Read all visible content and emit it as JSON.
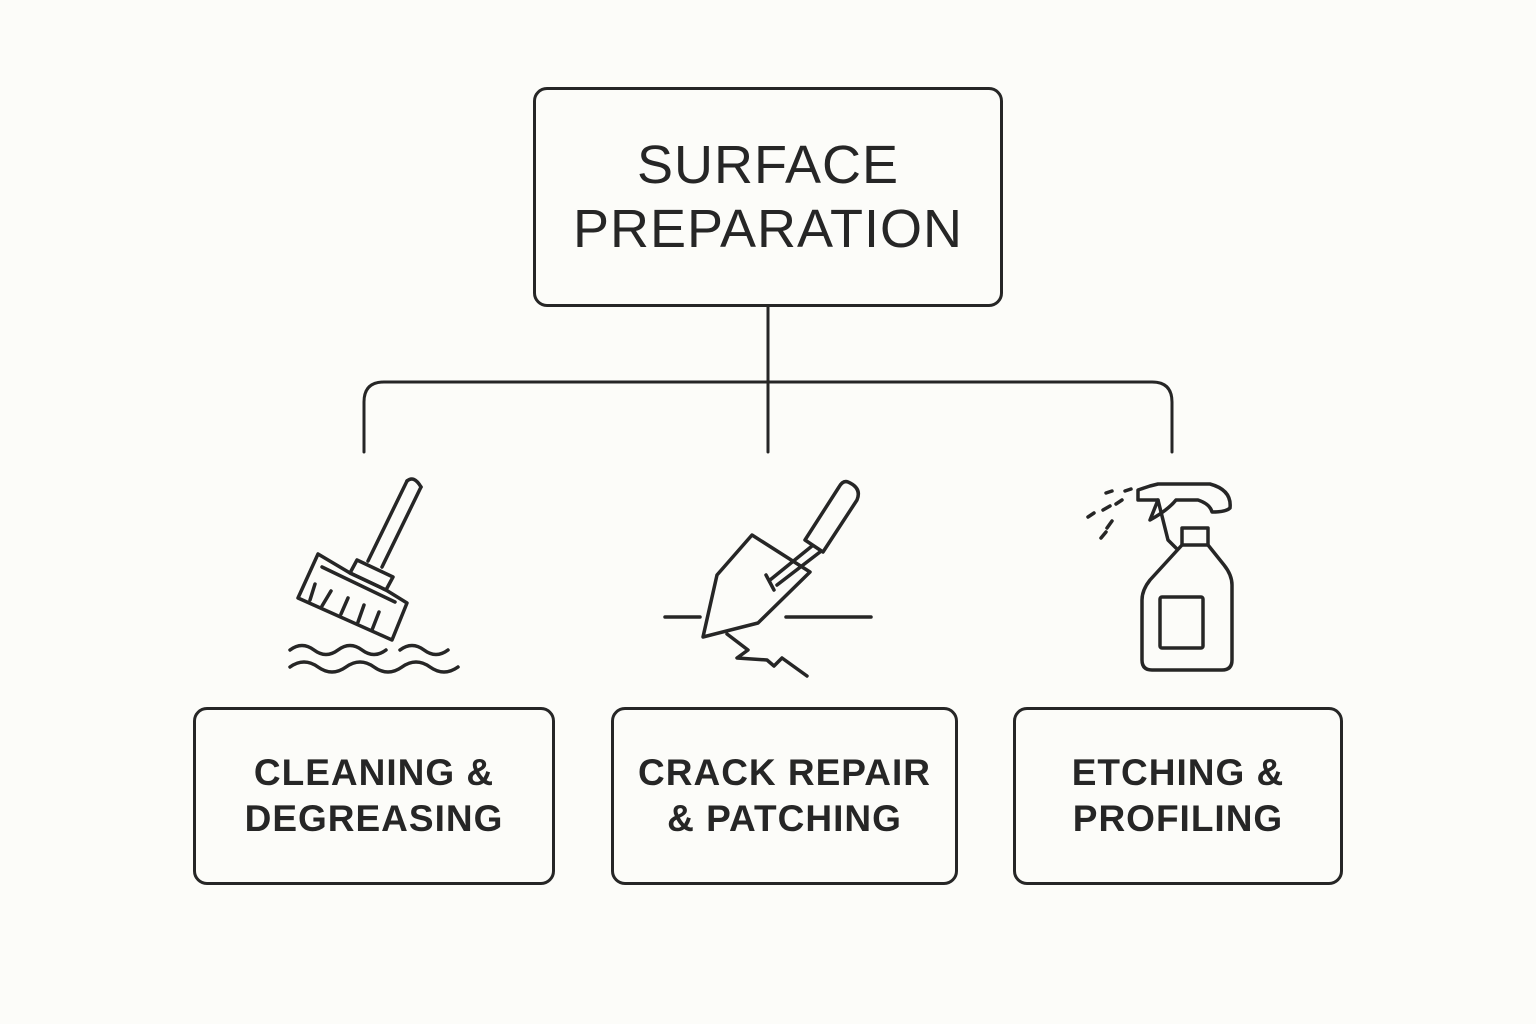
{
  "root": {
    "lines": [
      "SURFACE",
      "PREPARATION"
    ]
  },
  "children": [
    {
      "lines": [
        "CLEANING &",
        "DEGREASING"
      ],
      "icon": "broom-icon"
    },
    {
      "lines": [
        "CRACK REPAIR",
        "& PATCHING"
      ],
      "icon": "trowel-icon"
    },
    {
      "lines": [
        "ETCHING &",
        "PROFILING"
      ],
      "icon": "spray-bottle-icon"
    }
  ],
  "colors": {
    "stroke": "#262626",
    "background": "#fcfcf9"
  }
}
